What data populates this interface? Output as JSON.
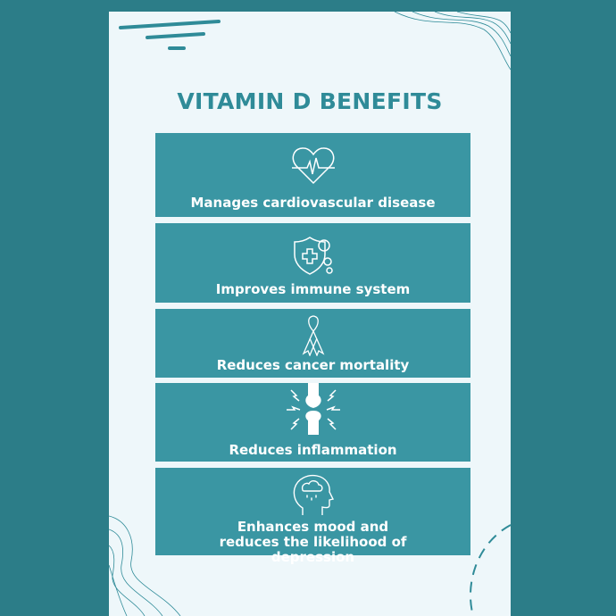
{
  "title": "VITAMIN D BENEFITS",
  "benefits": [
    {
      "label": "Manages cardiovascular disease",
      "icon": "heart-pulse-icon"
    },
    {
      "label": "Improves immune system",
      "icon": "shield-virus-icon"
    },
    {
      "label": "Reduces cancer mortality",
      "icon": "awareness-ribbon-icon"
    },
    {
      "label": "Reduces inflammation",
      "icon": "knee-joint-pain-icon"
    },
    {
      "label": "Enhances mood and reduces the likelihood of depression",
      "icon": "head-rain-cloud-icon"
    }
  ],
  "colors": {
    "background": "#2c7d88",
    "page": "#eef7fa",
    "card": "#3a96a3",
    "title": "#2f8b98"
  }
}
